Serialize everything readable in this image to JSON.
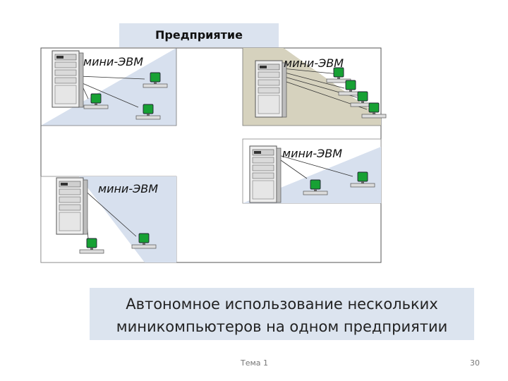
{
  "title": "Предприятие",
  "regions": [
    {
      "label": "мини-ЭВМ"
    },
    {
      "label": "мини-ЭВМ"
    },
    {
      "label": "мини-ЭВМ"
    },
    {
      "label": "мини-ЭВМ"
    }
  ],
  "caption": {
    "line1": "Автономное использование нескольких",
    "line2": "миникомпьютеров на одном предприятии"
  },
  "footer": {
    "topic": "Тема 1",
    "page_number": "30"
  },
  "colors": {
    "shade_blue": "#d7e0ee",
    "shade_tan": "#d6d2be",
    "monitor_green": "#17a134",
    "title_bg": "#dbe3ef"
  },
  "icons": [
    "server-icon",
    "workstation-icon"
  ]
}
